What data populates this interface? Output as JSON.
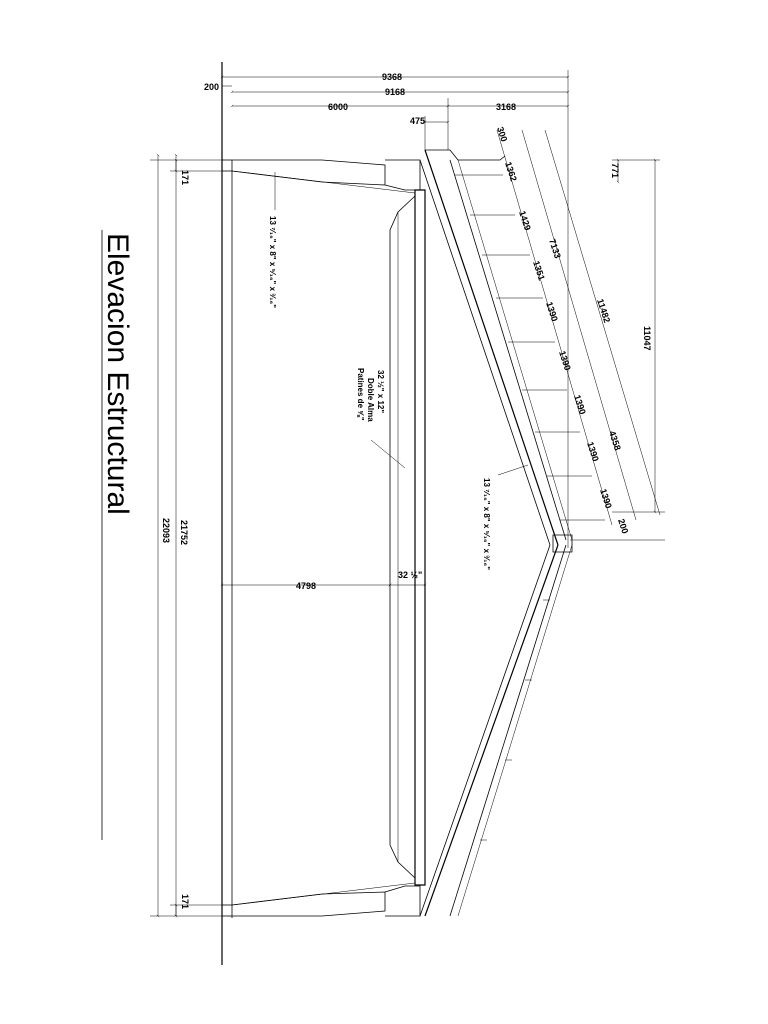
{
  "title": "Elevacion Estructural",
  "dimensions": {
    "d9368": "9368",
    "d200_top": "200",
    "d9168": "9168",
    "d6000": "6000",
    "d3168": "3168",
    "d475": "475",
    "d300": "300",
    "d771": "771",
    "d1362": "1362",
    "d1429": "1429",
    "d7133": "7133",
    "d1351": "1351",
    "d11482": "11482",
    "d1390a": "1390",
    "d1390b": "1390",
    "d11047": "11047",
    "d1390c": "1390",
    "d4358": "4358",
    "d1390d": "1390",
    "d1390e": "1390",
    "d200_bottom": "200",
    "d171_top": "171",
    "d171_bottom": "171",
    "d21752": "21752",
    "d22093": "22093",
    "d4798": "4798",
    "d32half": "32 ½\""
  },
  "notes": {
    "column_section_top": "13 ⁷⁄₁₆\" x 8\" x ⁵⁄₁₆\" x ³⁄₁₆\"",
    "beam_line1": "32 ½\" x 12\"",
    "beam_line2": "Doble Alma",
    "beam_line3": "Patines de ⅝\"",
    "rafter_section": "13 ⁷⁄₁₆\" x 8\" x ⁵⁄₁₆\" x ³⁄₁₆\""
  }
}
